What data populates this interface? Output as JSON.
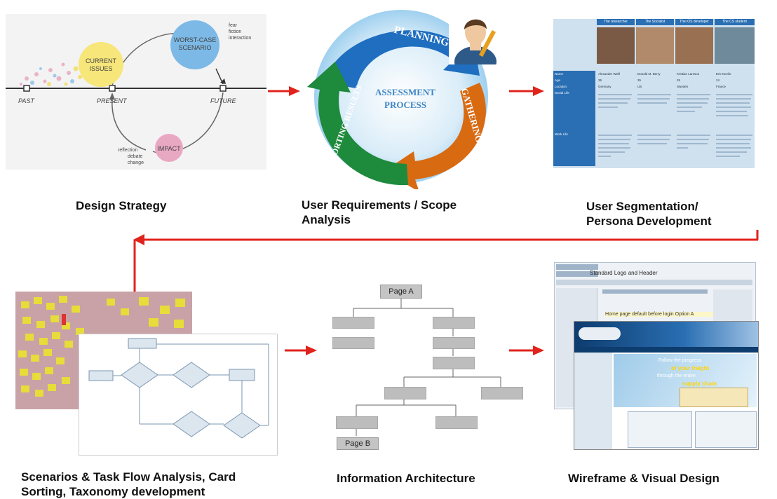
{
  "captions": {
    "design_strategy": "Design Strategy",
    "user_requirements": "User Requirements / Scope Analysis",
    "user_segmentation": "User Segmentation/ Persona Development",
    "scenarios": "Scenarios & Task Flow Analysis, Card Sorting, Taxonomy development",
    "information_architecture": "Information Architecture",
    "wireframe": "Wireframe & Visual Design"
  },
  "design_strategy_panel": {
    "past": "PAST",
    "present": "PRESENT",
    "future": "FUTURE",
    "current_issues_line1": "CURRENT",
    "current_issues_line2": "ISSUES",
    "worst_case_line1": "WORST-CASE",
    "worst_case_line2": "SCENARIO",
    "impact": "IMPACT",
    "fear_line1": "fear",
    "fear_line2": "fiction",
    "fear_line3": "interaction",
    "reflection_line1": "reflection",
    "reflection_line2": "debate",
    "reflection_line3": "change"
  },
  "assessment_cycle": {
    "planning": "PLANNING",
    "gathering_data": "GATHERING DATA",
    "reporting_results": "REPORTING RESULTS",
    "center_line1": "ASSESSMENT",
    "center_line2": "PROCESS"
  },
  "persona_table": {
    "headers": [
      "The researcher",
      "The Socialist",
      "The iOS developer",
      "The CS student"
    ],
    "row_labels": [
      "Name",
      "Age",
      "Location",
      "Social Life",
      "Work Life"
    ],
    "names": [
      "Alexander Weill",
      "Donald M. Berry",
      "Kristian Larsson",
      "Eric Nevile"
    ],
    "ages": [
      "35",
      "35",
      "25",
      "24"
    ],
    "locations": [
      "Germany",
      "US",
      "Sweden",
      "France"
    ]
  },
  "ia_panel": {
    "page_a": "Page A",
    "page_b": "Page B"
  },
  "wireframe_panel": {
    "header_text": "Standard Logo and Header",
    "banner_line1": "Follow the progress",
    "banner_line2": "of your freight",
    "banner_line3": "through the entire",
    "banner_line4": "supply chain",
    "home_option": "Home page default before login Option A"
  },
  "colors": {
    "arrow_red": "#e0231c",
    "planning_blue": "#1f6ec0",
    "gathering_orange": "#d86a12",
    "reporting_green": "#1e8a3c",
    "sticky_yellow": "#e6dc3a",
    "persona_blue": "#2a6fb3"
  }
}
